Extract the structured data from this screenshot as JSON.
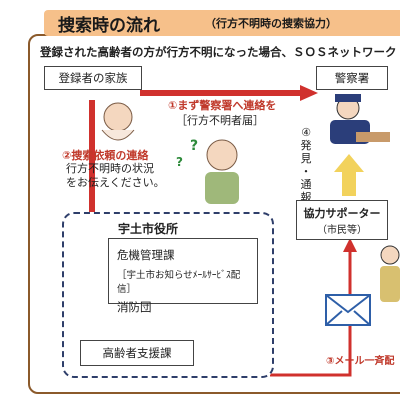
{
  "title": {
    "main": "捜索時の流れ",
    "sub": "（行方不明時の捜索協力）"
  },
  "header": "登録された高齢者の方が行方不明になった場合、ＳＯＳネットワーク",
  "nodes": {
    "family": "登録者の家族",
    "police": "警察署",
    "city_office": "宇土市役所",
    "crisis_dept": "危機管理課",
    "mail_service": "［宇土市お知らせﾒｰﾙｻｰﾋﾞｽ配信］",
    "fire_corps": "消防団",
    "elderly_dept": "高齢者支援課",
    "supporter": "協力サポーター",
    "supporter_sub": "（市民等）"
  },
  "steps": {
    "step1": "①まず警察署へ連絡を",
    "step1_sub": "［行方不明者届］",
    "step2": "②捜索依頼の連絡",
    "step2_line1": "行方不明時の状況",
    "step2_line2": "をお伝えください。",
    "step3": "③メール一斉配",
    "step4_num": "④",
    "step4_a": "発",
    "step4_b": "見",
    "step4_c": "・",
    "step4_d": "通",
    "step4_e": "報"
  },
  "colors": {
    "arrow_red": "#d0312d",
    "arrow_yellow": "#f2d25c",
    "frame": "#8b5a2b",
    "title_bg": "#f6c08a",
    "dashed": "#2e3e6a"
  }
}
